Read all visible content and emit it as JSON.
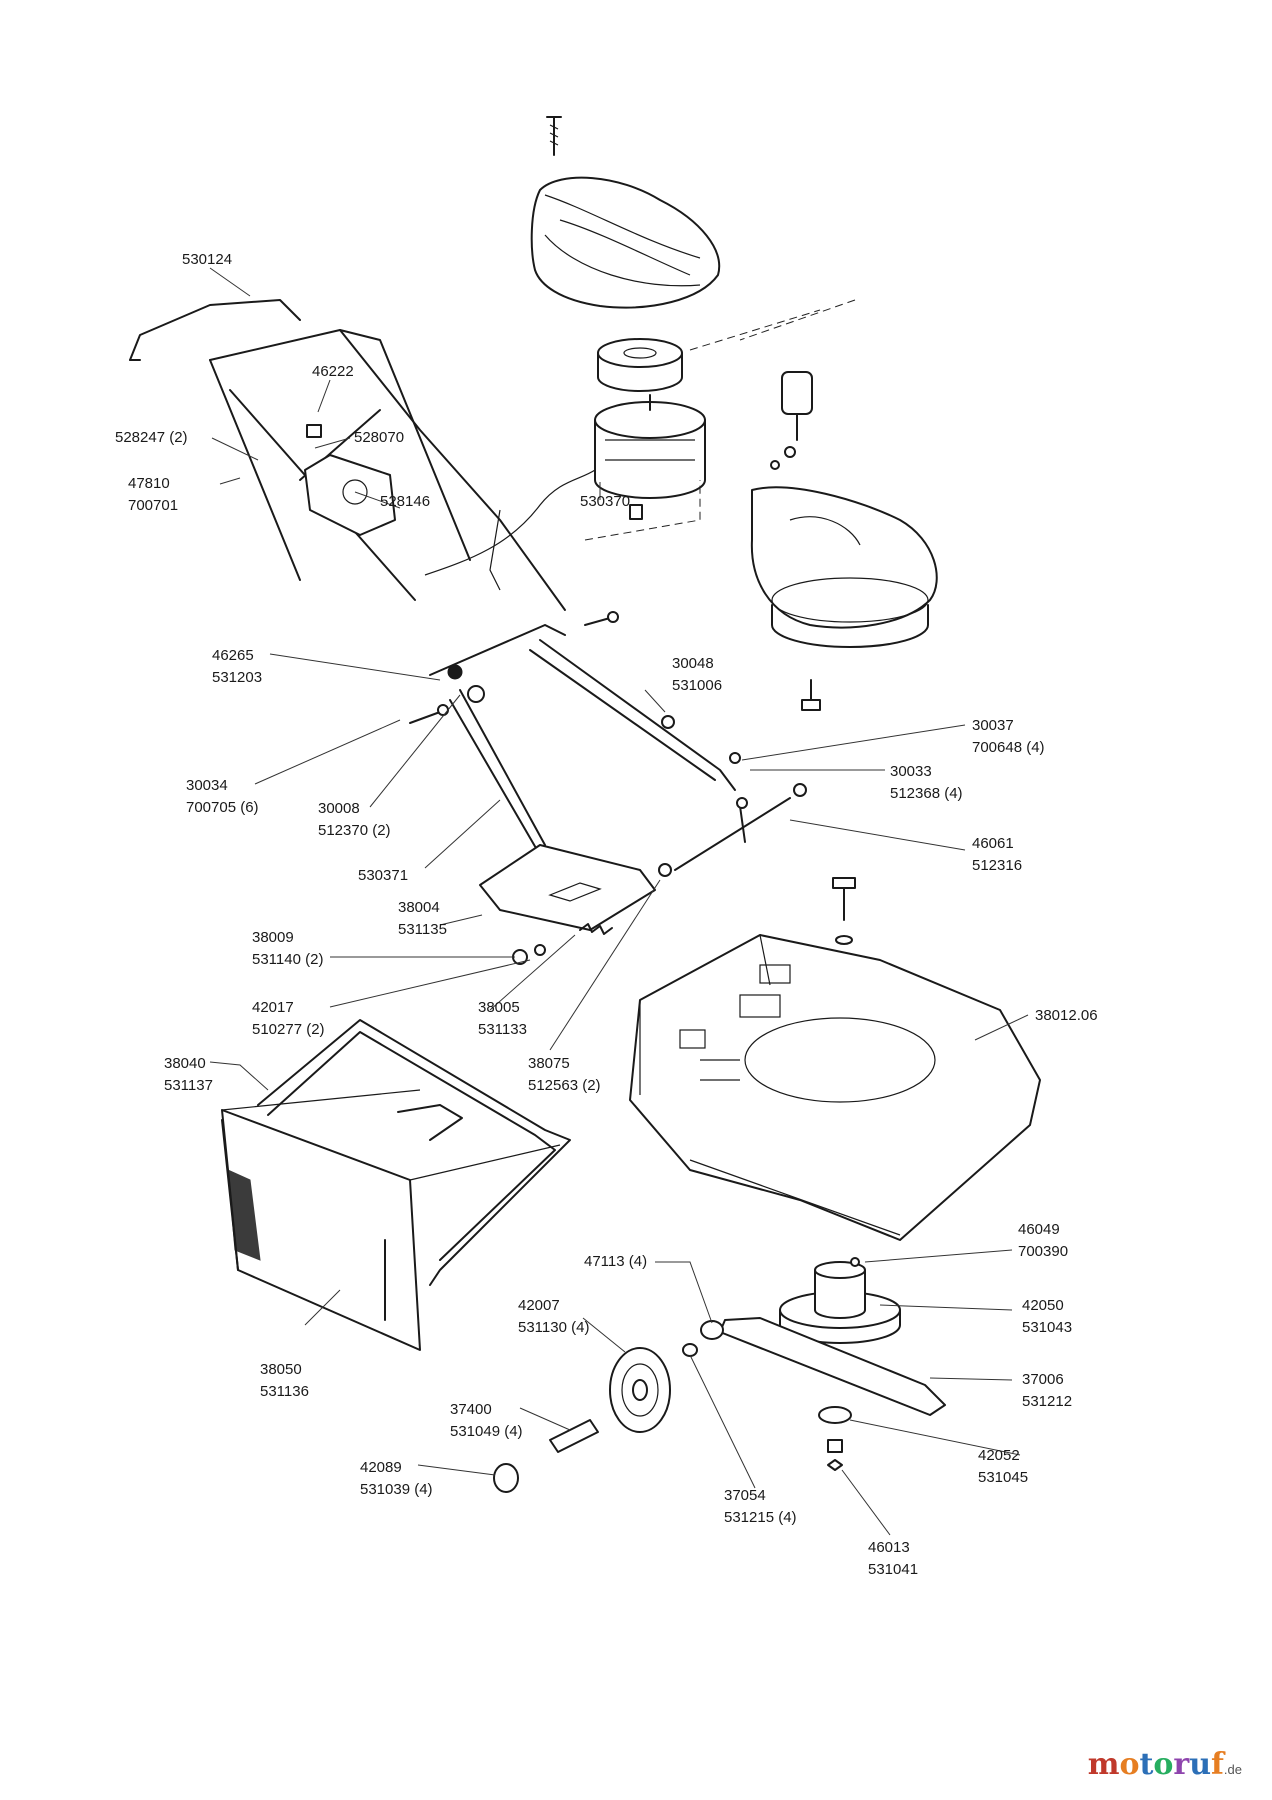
{
  "diagram": {
    "callouts": [
      {
        "id": "c01",
        "lines": [
          "530124"
        ]
      },
      {
        "id": "c02",
        "lines": [
          "46222"
        ]
      },
      {
        "id": "c03",
        "lines": [
          "528247 (2)"
        ]
      },
      {
        "id": "c04",
        "lines": [
          "528070"
        ]
      },
      {
        "id": "c05",
        "lines": [
          "47810",
          "700701"
        ]
      },
      {
        "id": "c06",
        "lines": [
          "528146"
        ]
      },
      {
        "id": "c07",
        "lines": [
          "530370"
        ]
      },
      {
        "id": "c08",
        "lines": [
          "46265",
          "531203"
        ]
      },
      {
        "id": "c09",
        "lines": [
          "30048",
          "531006"
        ]
      },
      {
        "id": "c10",
        "lines": [
          "30037",
          "700648 (4)"
        ]
      },
      {
        "id": "c11",
        "lines": [
          "30033",
          "512368 (4)"
        ]
      },
      {
        "id": "c12",
        "lines": [
          "30034",
          "700705 (6)"
        ]
      },
      {
        "id": "c13",
        "lines": [
          "30008",
          "512370 (2)"
        ]
      },
      {
        "id": "c14",
        "lines": [
          "46061",
          "512316"
        ]
      },
      {
        "id": "c15",
        "lines": [
          "530371"
        ]
      },
      {
        "id": "c16",
        "lines": [
          "38004",
          "531135"
        ]
      },
      {
        "id": "c17",
        "lines": [
          "38009",
          "531140 (2)"
        ]
      },
      {
        "id": "c18",
        "lines": [
          "42017",
          "510277 (2)"
        ]
      },
      {
        "id": "c19",
        "lines": [
          "38005",
          "531133"
        ]
      },
      {
        "id": "c20",
        "lines": [
          "38012.06"
        ]
      },
      {
        "id": "c21",
        "lines": [
          "38040",
          "531137"
        ]
      },
      {
        "id": "c22",
        "lines": [
          "38075",
          "512563 (2)"
        ]
      },
      {
        "id": "c23",
        "lines": [
          "46049",
          "700390"
        ]
      },
      {
        "id": "c24",
        "lines": [
          "47113 (4)"
        ]
      },
      {
        "id": "c25",
        "lines": [
          "42007",
          "531130 (4)"
        ]
      },
      {
        "id": "c26",
        "lines": [
          "42050",
          "531043"
        ]
      },
      {
        "id": "c27",
        "lines": [
          "38050",
          "531136"
        ]
      },
      {
        "id": "c28",
        "lines": [
          "37006",
          "531212"
        ]
      },
      {
        "id": "c29",
        "lines": [
          "37400",
          "531049 (4)"
        ]
      },
      {
        "id": "c30",
        "lines": [
          "42052",
          "531045"
        ]
      },
      {
        "id": "c31",
        "lines": [
          "42089",
          "531039 (4)"
        ]
      },
      {
        "id": "c32",
        "lines": [
          "37054",
          "531215 (4)"
        ]
      },
      {
        "id": "c33",
        "lines": [
          "46013",
          "531041"
        ]
      }
    ]
  },
  "watermark": {
    "brand": "motoruf",
    "tld": ".de",
    "colors": {
      "m": "#c0392b",
      "o1": "#e67e22",
      "t": "#2c6fb7",
      "o2": "#27ae60",
      "r": "#8e44ad",
      "u": "#2c6fb7",
      "f": "#e67e22"
    }
  }
}
